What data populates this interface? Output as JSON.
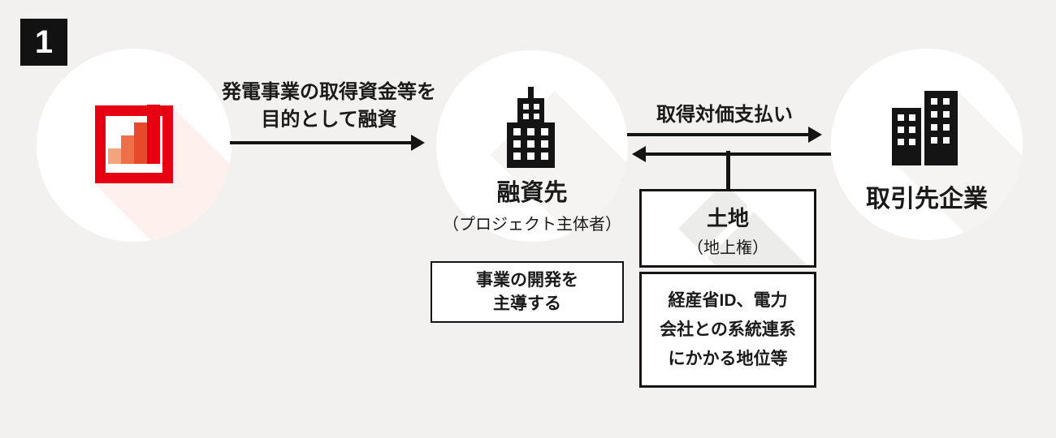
{
  "badge": {
    "number": "1"
  },
  "colors": {
    "background": "#f2f1ef",
    "ink": "#1a1a1a",
    "accent_red": "#e60012",
    "logo_bars": [
      "#f2a47d",
      "#ed7048",
      "#e64a2a",
      "#e60012"
    ],
    "shadow_pink": "#fdf0ed",
    "shadow_gray": "#f5f4f2"
  },
  "nodes": {
    "lender": {
      "icon": "bank-logo-icon"
    },
    "borrower": {
      "icon": "office-building-icon",
      "title": "融資先",
      "subtitle": "（プロジェクト主体者）"
    },
    "partner": {
      "icon": "two-office-buildings-icon",
      "title": "取引先企業"
    }
  },
  "arrows": {
    "loan": {
      "direction": "right",
      "label_line1": "発電事業の取得資金等を",
      "label_line2": "目的として融資"
    },
    "payment": {
      "direction": "right",
      "label": "取得対価支払い"
    },
    "transfer": {
      "direction": "left"
    }
  },
  "boxes": {
    "develop": {
      "line1": "事業の開発を",
      "line2": "主導する"
    },
    "land": {
      "title": "土地",
      "subtitle": "（地上権）",
      "watermark": "land-parcel-icon"
    },
    "rights": {
      "line1": "経産省ID、電力",
      "line2": "会社との系統連系",
      "line3": "にかかる地位等"
    }
  }
}
